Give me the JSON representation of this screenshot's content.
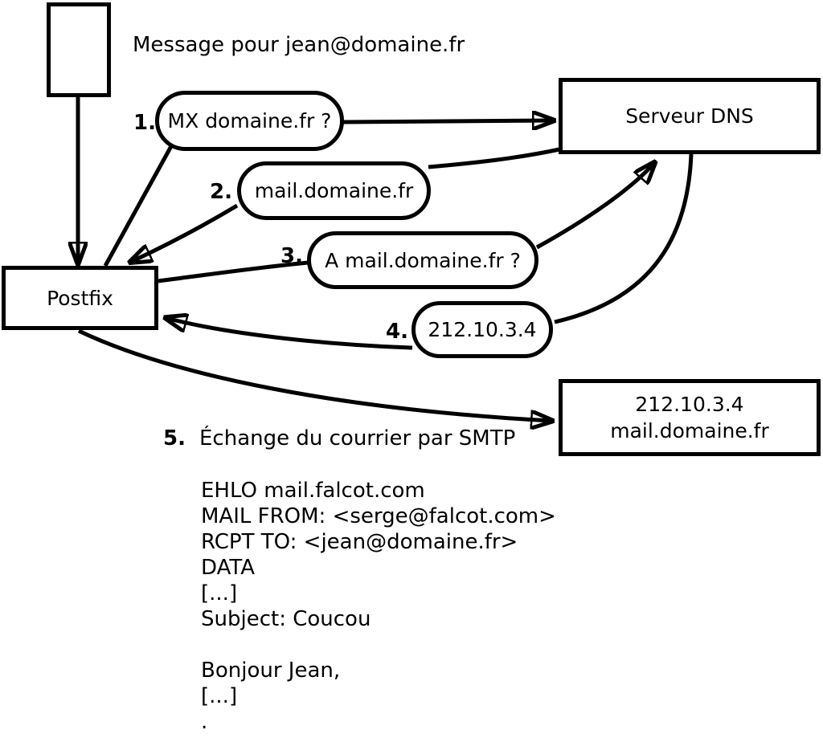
{
  "diagram": {
    "message_label": "Message pour jean@domaine.fr",
    "nodes": {
      "postfix": {
        "label": "Postfix"
      },
      "dns_server": {
        "label": "Serveur DNS"
      },
      "mail_server": {
        "line1": "212.10.3.4",
        "line2": "mail.domaine.fr"
      }
    },
    "steps": [
      {
        "num": "1.",
        "label": "MX domaine.fr ?"
      },
      {
        "num": "2.",
        "label": "mail.domaine.fr"
      },
      {
        "num": "3.",
        "label": "A mail.domaine.fr ?"
      },
      {
        "num": "4.",
        "label": "212.10.3.4"
      },
      {
        "num": "5.",
        "label": "Échange du courrier par SMTP"
      }
    ],
    "smtp_session": {
      "lines": [
        "EHLO mail.falcot.com",
        "MAIL FROM: <serge@falcot.com>",
        "RCPT TO: <jean@domaine.fr>",
        "DATA",
        "[...]",
        "Subject: Coucou",
        "",
        "Bonjour Jean,",
        "[...]",
        "."
      ]
    },
    "colors": {
      "line": "#000000",
      "background": "#ffffff"
    }
  }
}
